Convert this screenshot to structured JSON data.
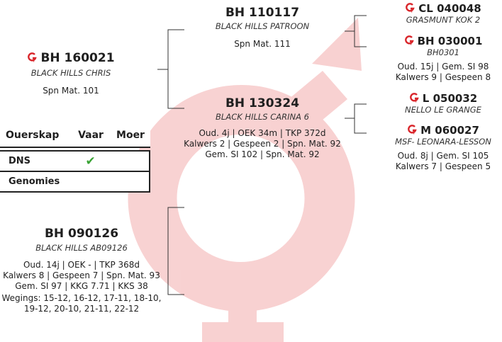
{
  "table": {
    "headers": [
      "Ouerskap",
      "Vaar",
      "Moer"
    ],
    "rows": [
      {
        "label": "DNS",
        "vaar": "✔",
        "moer": ""
      },
      {
        "label": "Genomies",
        "vaar": "",
        "moer": ""
      }
    ]
  },
  "colors": {
    "watermark": "#f7c8c8",
    "logo_red": "#d9262b",
    "check": "#3aa335"
  },
  "nodes": {
    "sire": {
      "code": "BH 160021",
      "name": "BLACK HILLS CHRIS",
      "info": [
        "Spn Mat. 101"
      ]
    },
    "dam": {
      "code": "BH 090126",
      "name": "BLACK HILLS AB09126",
      "info": [
        "Oud. 14j | OEK - | TKP 368d",
        "Kalwers 8 | Gespeen 7 | Spn. Mat. 93",
        "Gem. SI 97 | KKG 7.71 | KKS 38",
        "Wegings: 15-12, 16-12, 17-11, 18-10,",
        "19-12, 20-10, 21-11, 22-12"
      ]
    },
    "ss": {
      "code": "BH 110117",
      "name": "BLACK HILLS PATROON",
      "info": [
        "Spn Mat. 111"
      ]
    },
    "sd": {
      "code": "BH 130324",
      "name": "BLACK HILLS CARINA 6",
      "info": [
        "Oud. 4j | OEK 34m | TKP 372d",
        "Kalwers 2 | Gespeen 2 | Spn. Mat. 92",
        "Gem. SI 102 | Spn. Mat. 92"
      ]
    },
    "sss": {
      "code": "CL 040048",
      "name": "GRASMUNT KOK 2",
      "info": []
    },
    "ssd": {
      "code": "BH 030001",
      "name": "BH0301",
      "info": [
        "Oud. 15j | Gem. SI 98",
        "Kalwers 9 | Gespeen 8"
      ]
    },
    "sds": {
      "code": "L 050032",
      "name": "NELLO LE GRANGE",
      "info": []
    },
    "sdd": {
      "code": "M 060027",
      "name": "MSF- LEONARA-LESSON",
      "info": [
        "Oud. 8j | Gem. SI 105",
        "Kalwers 7 | Gespeen 5"
      ]
    }
  }
}
